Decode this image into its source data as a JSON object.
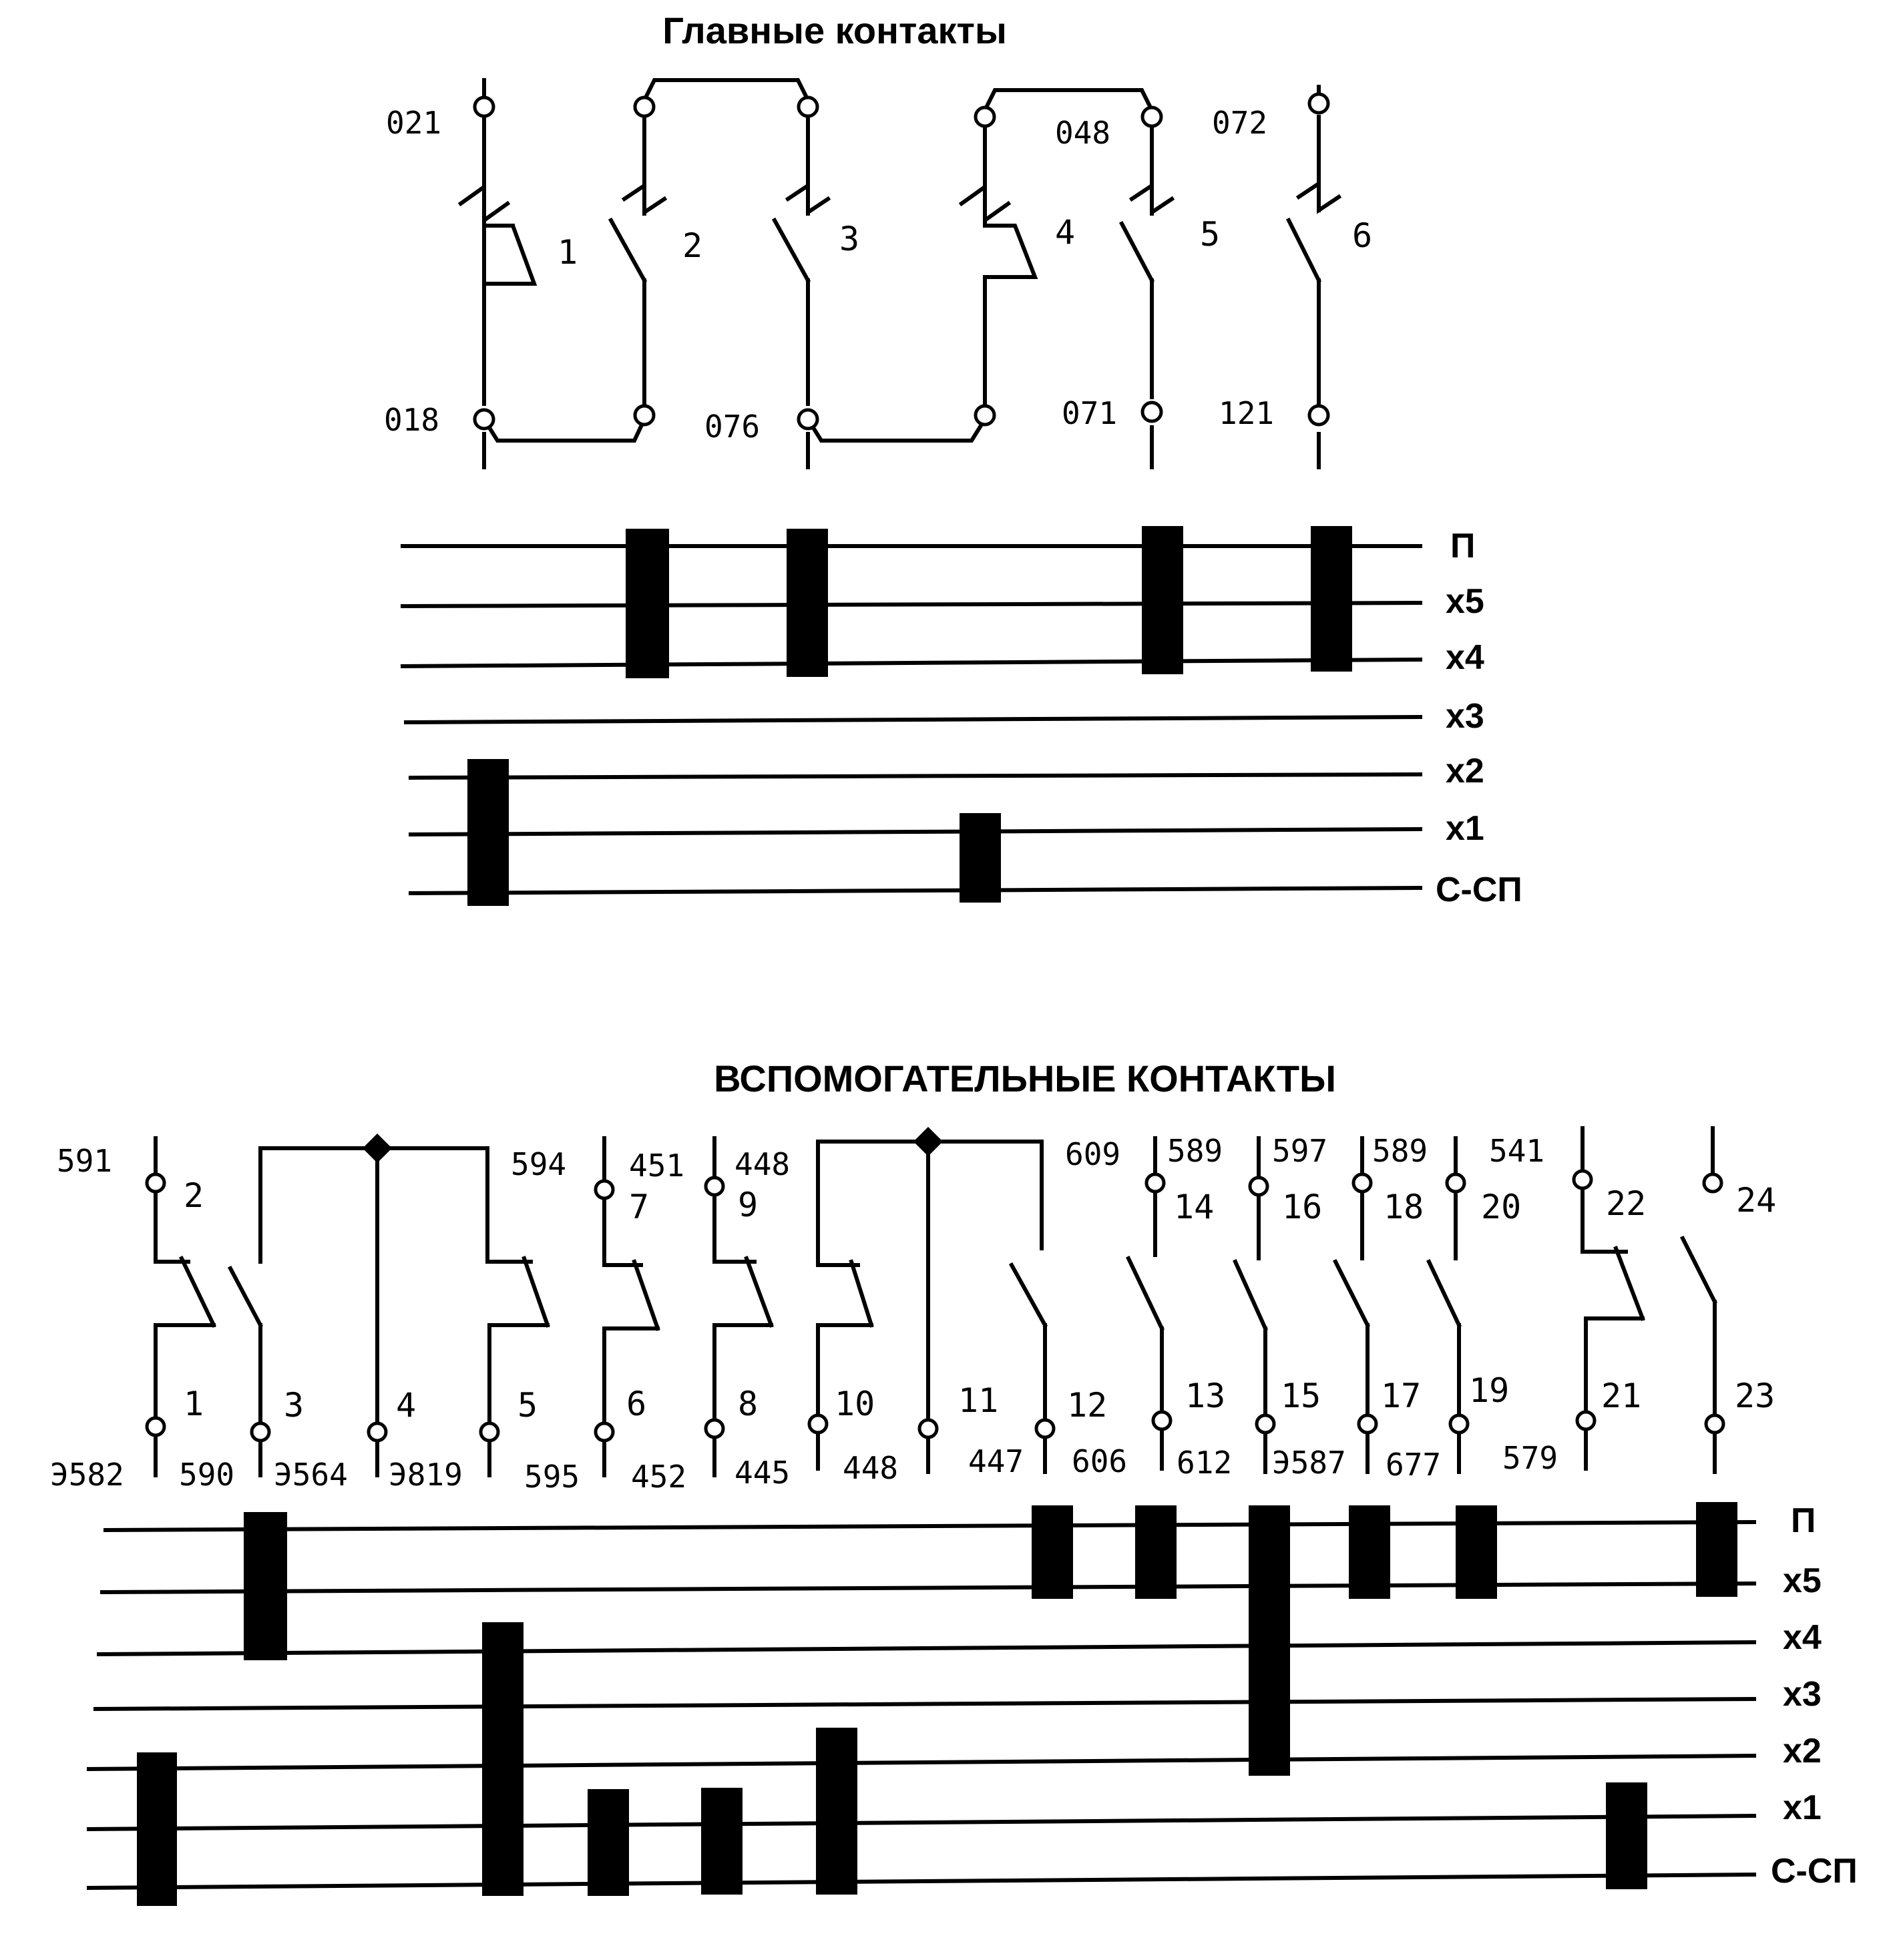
{
  "main_section": {
    "title": "Главные контакты",
    "positions": [
      "П",
      "х5",
      "х4",
      "х3",
      "х2",
      "х1",
      "С-СП"
    ],
    "top_wires": [
      "021",
      "048",
      "072"
    ],
    "bottom_wires": [
      "018",
      "076",
      "071",
      "121"
    ],
    "contacts": [
      {
        "number": "1",
        "closed_in": [
          "х2",
          "х1",
          "С-СП"
        ]
      },
      {
        "number": "2",
        "closed_in": [
          "П",
          "х5",
          "х4"
        ]
      },
      {
        "number": "3",
        "closed_in": [
          "П",
          "х5",
          "х4"
        ]
      },
      {
        "number": "4",
        "closed_in": [
          "х1",
          "С-СП"
        ]
      },
      {
        "number": "5",
        "closed_in": [
          "П",
          "х5",
          "х4"
        ]
      },
      {
        "number": "6",
        "closed_in": [
          "П",
          "х5",
          "х4"
        ]
      }
    ]
  },
  "aux_section": {
    "title": "ВСПОМОГАТЕЛЬНЫЕ КОНТАКТЫ",
    "positions": [
      "П",
      "х5",
      "х4",
      "х3",
      "х2",
      "х1",
      "С-СП"
    ],
    "top_wires": [
      "591",
      "594",
      "451",
      "448",
      "609",
      "589",
      "597",
      "589",
      "541"
    ],
    "bottom_wires": [
      "Э582",
      "590",
      "Э564",
      "Э819",
      "595",
      "452",
      "445",
      "448",
      "447",
      "606",
      "612",
      "Э587",
      "677",
      "579"
    ],
    "contact_numbers": [
      "1",
      "2",
      "3",
      "4",
      "5",
      "6",
      "7",
      "8",
      "9",
      "10",
      "11",
      "12",
      "13",
      "14",
      "15",
      "16",
      "17",
      "18",
      "19",
      "20",
      "21",
      "22",
      "23",
      "24"
    ],
    "closures": [
      {
        "contacts": "1-2",
        "closed_in": [
          "х2",
          "х1",
          "С-СП"
        ]
      },
      {
        "contacts": "3-4",
        "closed_in": [
          "П",
          "х5",
          "х4"
        ]
      },
      {
        "contacts": "4-5",
        "closed_in": [
          "х4",
          "х3",
          "х2",
          "х1",
          "С-СП"
        ]
      },
      {
        "contacts": "6-7",
        "closed_in": [
          "х1",
          "С-СП"
        ]
      },
      {
        "contacts": "8-9",
        "closed_in": [
          "х1",
          "С-СП"
        ]
      },
      {
        "contacts": "10-11",
        "closed_in": [
          "х2",
          "х1",
          "С-СП"
        ]
      },
      {
        "contacts": "11-12",
        "closed_in": [
          "П",
          "х5"
        ]
      },
      {
        "contacts": "13-14",
        "closed_in": [
          "П",
          "х5"
        ]
      },
      {
        "contacts": "15-16",
        "closed_in": [
          "П",
          "х5",
          "х4",
          "х3",
          "х2"
        ]
      },
      {
        "contacts": "17-18",
        "closed_in": [
          "П",
          "х5"
        ]
      },
      {
        "contacts": "19-20",
        "closed_in": [
          "П",
          "х5"
        ]
      },
      {
        "contacts": "21-22",
        "closed_in": [
          "х1",
          "С-СП"
        ]
      },
      {
        "contacts": "23-24",
        "closed_in": [
          "П",
          "х5"
        ]
      }
    ]
  }
}
